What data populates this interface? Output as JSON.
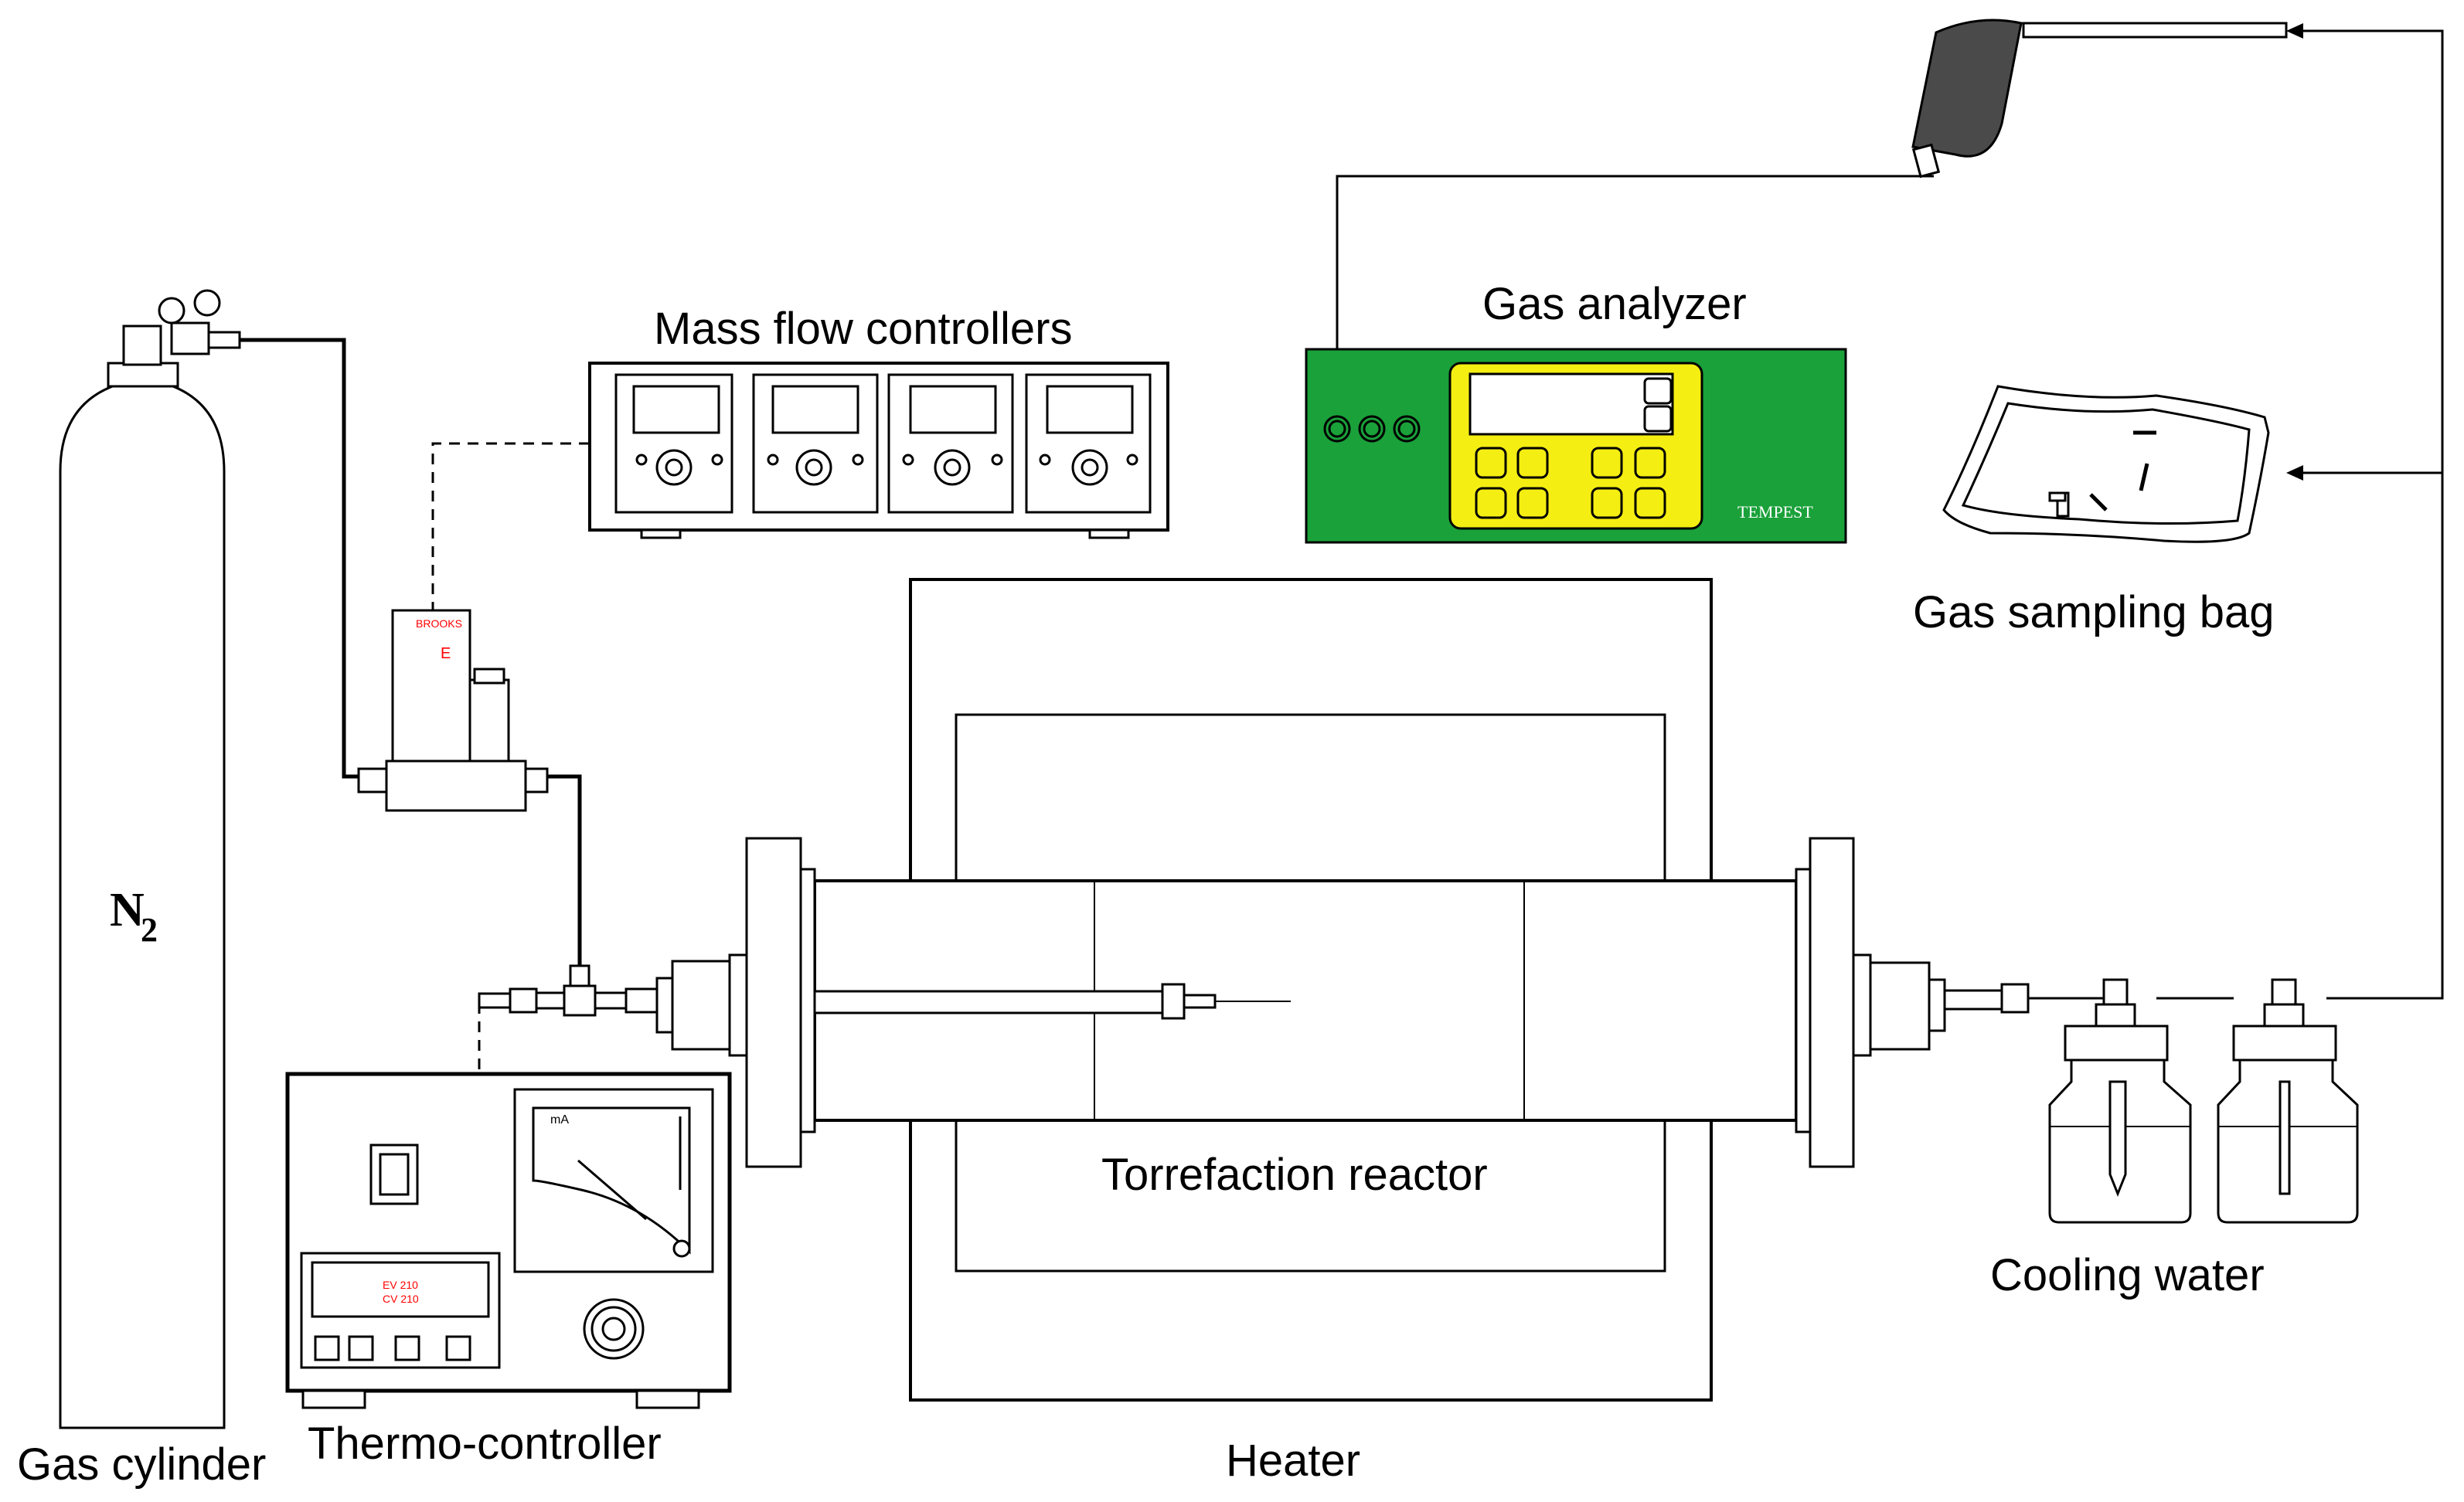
{
  "labels": {
    "gas_cylinder": "Gas cylinder",
    "n2": "N",
    "n2_sub": "2",
    "thermo_controller": "Thermo-controller",
    "heater": "Heater",
    "mass_flow_controllers": "Mass flow controllers",
    "gas_analyzer": "Gas analyzer",
    "gas_sampling_bag": "Gas sampling bag",
    "torrefaction_reactor": "Torrefaction reactor",
    "cooling_water": "Cooling water"
  },
  "device_text": {
    "analyzer_brand": "TEMPEST",
    "thermo_display_line1": "EV 210",
    "thermo_display_line2": "CV 210",
    "meter_unit": "mA",
    "mfc_brand": "BROOKS",
    "mfc_mark": "E"
  },
  "colors": {
    "analyzer_body": "#1aa13a",
    "analyzer_panel": "#f5ee12",
    "analyzer_keys": "#f5ee12",
    "lines": "#000000",
    "thermo_display_text": "#ff0000"
  }
}
